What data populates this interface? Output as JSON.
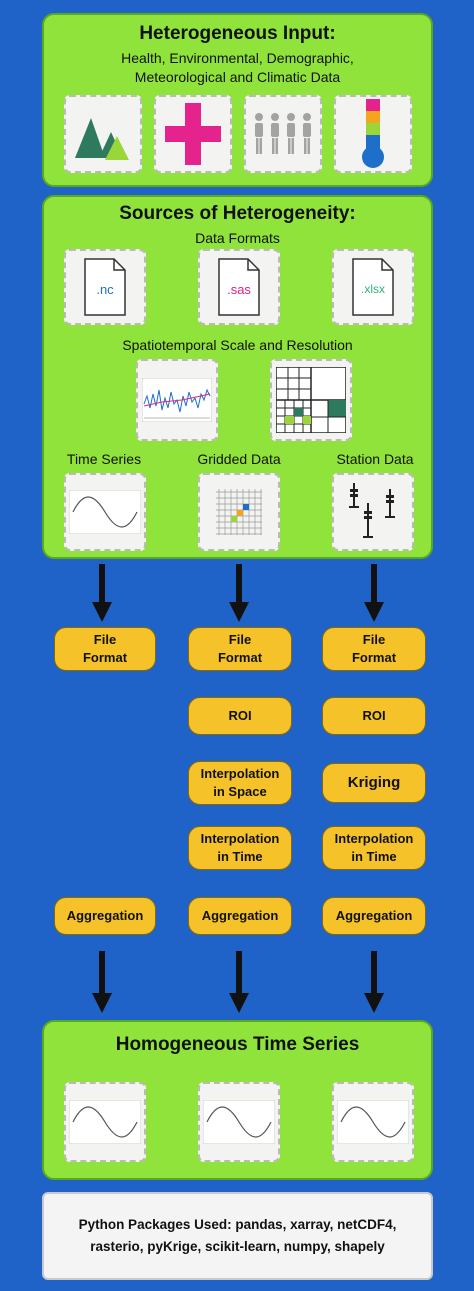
{
  "input": {
    "title": "Heterogeneous Input:",
    "subtitle_line1": "Health, Environmental, Demographic,",
    "subtitle_line2": "Meteorological and Climatic Data",
    "icons": [
      "trees-icon",
      "medical-cross-icon",
      "people-icon",
      "thermometer-icon"
    ]
  },
  "sources": {
    "title": "Sources of Heterogeneity:",
    "formats_label": "Data Formats",
    "formats": [
      ".nc",
      ".sas",
      ".xlsx"
    ],
    "format_colors": [
      "#1e6fc9",
      "#e0208a",
      "#33b27a"
    ],
    "scale_label": "Spatiotemporal Scale and Resolution",
    "types": [
      "Time Series",
      "Gridded Data",
      "Station Data"
    ]
  },
  "pipeline": {
    "col1": [
      "File Format",
      "Aggregation"
    ],
    "col2": [
      "File Format",
      "ROI",
      "Interpolation in Space",
      "Interpolation in Time",
      "Aggregation"
    ],
    "col3": [
      "File Format",
      "ROI",
      "Kriging",
      "Interpolation in Time",
      "Aggregation"
    ]
  },
  "pills": {
    "file_format_l1": "File",
    "file_format_l2": "Format",
    "roi": "ROI",
    "interp_space_l1": "Interpolation",
    "interp_space_l2": "in Space",
    "kriging": "Kriging",
    "interp_time_l1": "Interpolation",
    "interp_time_l2": "in Time",
    "aggregation": "Aggregation"
  },
  "output": {
    "title": "Homogeneous Time Series"
  },
  "footer": {
    "line1": "Python Packages Used: pandas, xarray, netCDF4,",
    "line2": "rasterio, pyKrige, scikit-learn, numpy, shapely"
  },
  "colors": {
    "background": "#1f63c9",
    "panel": "#8fe33a",
    "pill": "#f5c22a",
    "tree_dark": "#2d7a5e",
    "tree_light": "#9ad63a",
    "cross": "#e4248c",
    "people": "#a3a3a3"
  }
}
